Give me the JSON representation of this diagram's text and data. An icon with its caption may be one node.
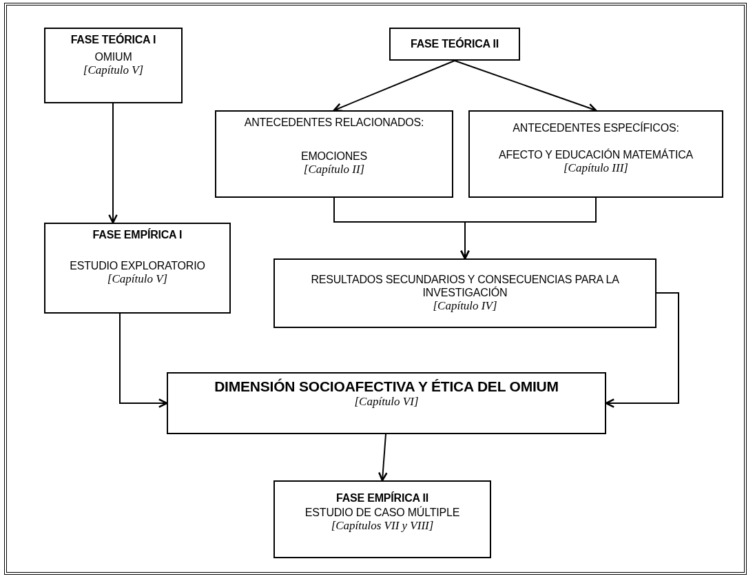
{
  "diagram": {
    "nodes": [
      {
        "text": [
          "FASE TEÓRICA I",
          "OMIUM",
          "[Capítulo V]"
        ]
      },
      {
        "text": [
          "FASE TEÓRICA II"
        ]
      },
      {
        "text": [
          "ANTECEDENTES RELACIONADOS:",
          "EMOCIONES",
          "[Capítulo II]"
        ]
      },
      {
        "text": [
          "ANTECEDENTES ESPECÍFICOS:",
          "AFECTO Y EDUCACIÓN MATEMÁTICA",
          "[Capítulo III]"
        ]
      },
      {
        "text": [
          "FASE EMPÍRICA I",
          "ESTUDIO EXPLORATORIO",
          "[Capítulo V]"
        ]
      },
      {
        "text": [
          "RESULTADOS SECUNDARIOS Y CONSECUENCIAS PARA LA INVESTIGACIÓN",
          "[Capítulo IV]"
        ]
      },
      {
        "text": [
          "DIMENSIÓN SOCIOAFECTIVA Y ÉTICA DEL OMIUM",
          "[Capítulo VI]"
        ]
      },
      {
        "text": [
          "FASE EMPÍRICA II",
          "ESTUDIO DE CASO MÚLTIPLE",
          "[Capítulos VII y VIII]"
        ]
      }
    ],
    "edges": [
      {
        "from": 0,
        "to": 4,
        "arrow": "to"
      },
      {
        "from": 1,
        "to": 2,
        "arrow": "to"
      },
      {
        "from": 1,
        "to": 3,
        "arrow": "to"
      },
      {
        "from": 2,
        "to": 5,
        "arrow": "to"
      },
      {
        "from": 3,
        "to": 5,
        "arrow": "to"
      },
      {
        "from": 4,
        "to": 6,
        "arrow": "to"
      },
      {
        "from": 5,
        "to": 6,
        "arrow": "to"
      },
      {
        "from": 6,
        "to": 7,
        "arrow": "to"
      }
    ]
  }
}
